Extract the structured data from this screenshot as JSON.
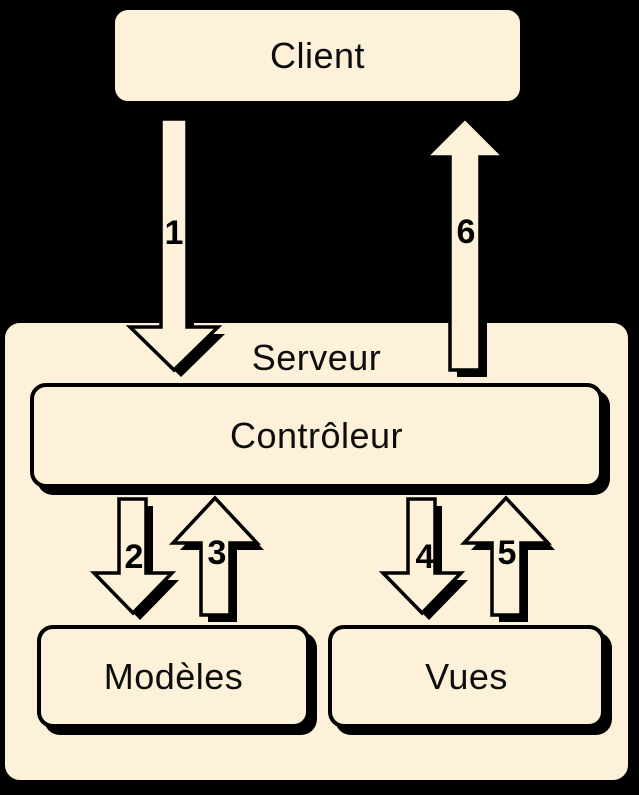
{
  "diagram": {
    "title": "MVC client-server flow diagram",
    "colors": {
      "background": "#000000",
      "node_fill": "#FDF1D9",
      "outline": "#000000",
      "text": "#0d0d0d"
    },
    "nodes": {
      "client": "Client",
      "server": "Serveur",
      "controller": "Contrôleur",
      "models": "Modèles",
      "views": "Vues"
    },
    "arrows": [
      {
        "label": "1",
        "direction": "down",
        "from": "Client",
        "to": "Contrôleur"
      },
      {
        "label": "2",
        "direction": "down",
        "from": "Contrôleur",
        "to": "Modèles"
      },
      {
        "label": "3",
        "direction": "up",
        "from": "Modèles",
        "to": "Contrôleur"
      },
      {
        "label": "4",
        "direction": "down",
        "from": "Contrôleur",
        "to": "Vues"
      },
      {
        "label": "5",
        "direction": "up",
        "from": "Vues",
        "to": "Contrôleur"
      },
      {
        "label": "6",
        "direction": "up",
        "from": "Contrôleur",
        "to": "Client"
      }
    ]
  }
}
